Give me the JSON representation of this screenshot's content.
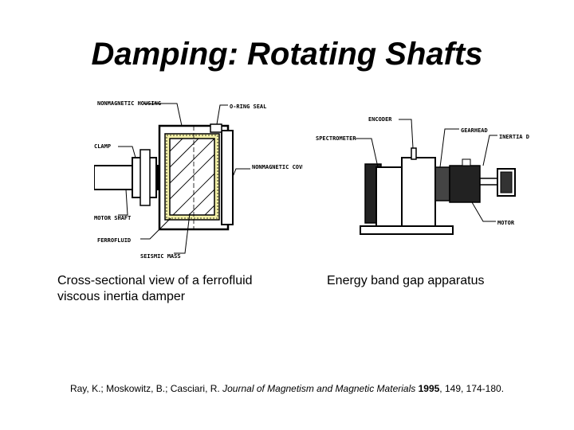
{
  "slide": {
    "title": "Damping: Rotating Shafts"
  },
  "figures": {
    "left": {
      "labels": {
        "housing": "NONMAGNETIC HOUSING",
        "oring": "O-RING SEAL",
        "clamp": "CLAMP",
        "cover": "NONMAGNETIC COVER",
        "motor_shaft": "MOTOR SHAFT",
        "ferrofluid": "FERROFLUID",
        "seismic_mass": "SEISMIC MASS"
      },
      "caption": "Cross-sectional view of a ferrofluid viscous inertia damper"
    },
    "right": {
      "labels": {
        "encoder": "ENCODER",
        "spectrometer": "SPECTROMETER",
        "gearhead": "GEARHEAD",
        "inertia_damper": "INERTIA DAMPER",
        "motor": "MOTOR"
      },
      "caption": "Energy band gap apparatus"
    }
  },
  "citation": {
    "authors": "Ray, K.; Moskowitz, B.; Casciari, R.",
    "journal": "Journal of Magnetism and Magnetic Materials",
    "year": "1995",
    "rest": ", 149, 174-180."
  },
  "colors": {
    "ferrofluid_layer": "#f4f1a8"
  }
}
